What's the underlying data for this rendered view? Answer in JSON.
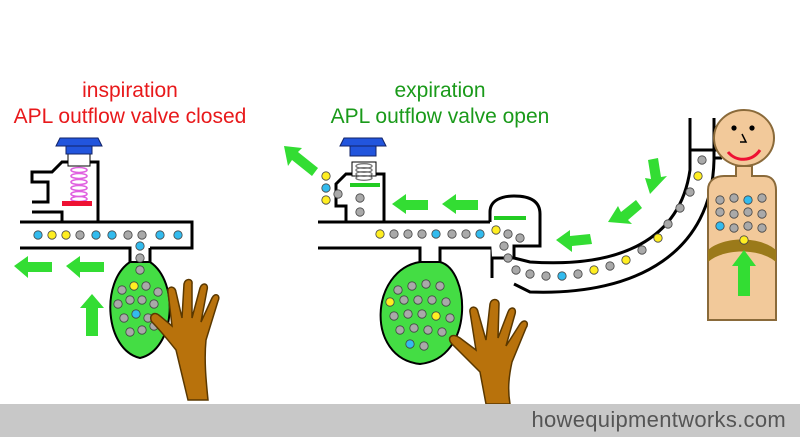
{
  "panels": {
    "inspiration": {
      "phase": "inspiration",
      "valve_state": "APL outflow valve closed",
      "color": "#e8191b"
    },
    "expiration": {
      "phase": "expiration",
      "valve_state": "APL outflow valve open",
      "color": "#1a9a1a"
    }
  },
  "footer": {
    "site": "howequipmentworks.com"
  },
  "colors": {
    "flow_arrow": "#33dd33",
    "bag": "#44dd44",
    "valve_cap": "#2255dd",
    "valve_disc": "#ee1133",
    "expiratory_disc": "#22cc22",
    "spring": "#ee66ee",
    "hand": "#b8720c",
    "patient": "#f2c99a",
    "diaphragm": "#9b7a1a",
    "gas_grey": "#a9a9a9",
    "gas_yellow": "#ffee22",
    "gas_blue": "#33bbee"
  },
  "icons": [
    "flow-arrow-icon",
    "hand-icon",
    "spring-icon",
    "patient-face-icon"
  ]
}
